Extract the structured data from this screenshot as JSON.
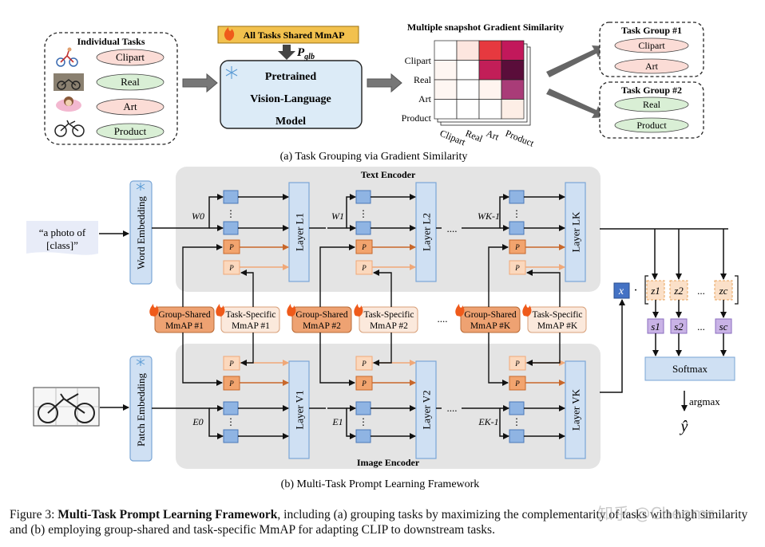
{
  "part_a": {
    "individual_tasks_title": "Individual Tasks",
    "tasks": [
      "Clipart",
      "Real",
      "Art",
      "Product"
    ],
    "shared_mmap_label": "All Tasks Shared MmAP",
    "p_glb": "P",
    "p_glb_sub": "glb",
    "vlm_lines": [
      "Pretrained",
      "Vision-Language",
      "Model"
    ],
    "heatmap_title": "Multiple snapshot Gradient Similarity",
    "heatmap_row_labels": [
      "Clipart",
      "Real",
      "Art",
      "Product"
    ],
    "heatmap_col_labels": [
      "Clipart",
      "Real",
      "Art",
      "Product"
    ],
    "group1_title": "Task Group #1",
    "group1_items": [
      "Clipart",
      "Art"
    ],
    "group2_title": "Task Group #2",
    "group2_items": [
      "Real",
      "Product"
    ],
    "caption": "(a) Task Grouping via Gradient Similarity"
  },
  "part_b": {
    "text_encoder_title": "Text Encoder",
    "image_encoder_title": "Image Encoder",
    "word_embedding": "Word Embedding",
    "patch_embedding": "Patch Embedding",
    "prompt_text": [
      "“a photo of",
      "[class]”"
    ],
    "layer_word": "Layer",
    "text_layers": [
      "L1",
      "L2",
      "LK"
    ],
    "image_layers": [
      "V1",
      "V2",
      "VK"
    ],
    "text_weights": [
      "W0",
      "W1",
      "WK-1"
    ],
    "image_weights": [
      "E0",
      "E1",
      "EK-1"
    ],
    "ellipsis": "....",
    "vdots": "⋮",
    "group_shared": [
      "Group-Shared",
      "MmAP #1",
      "MmAP #2",
      "MmAP #K"
    ],
    "task_specific": [
      "Task-Specific",
      "MmAP #1",
      "MmAP #2",
      "MmAP #K"
    ],
    "x_label": "x",
    "z_labels": [
      "z1",
      "z2",
      "zc"
    ],
    "s_labels": [
      "s1",
      "s2",
      "sc"
    ],
    "softmax": "Softmax",
    "argmax": "argmax",
    "y_hat": "ŷ",
    "caption": "(b) Multi-Task Prompt Learning Framework"
  },
  "figure_caption": {
    "label": "Figure 3:",
    "bold": "Multi-Task Prompt Learning Framework",
    "rest": ", including (a) grouping tasks by maximizing the complementarity of tasks with high similarity and (b) employing group-shared and task-specific MmAP for adapting CLIP to downstream tasks."
  },
  "watermark": "知乎 @Cheems"
}
